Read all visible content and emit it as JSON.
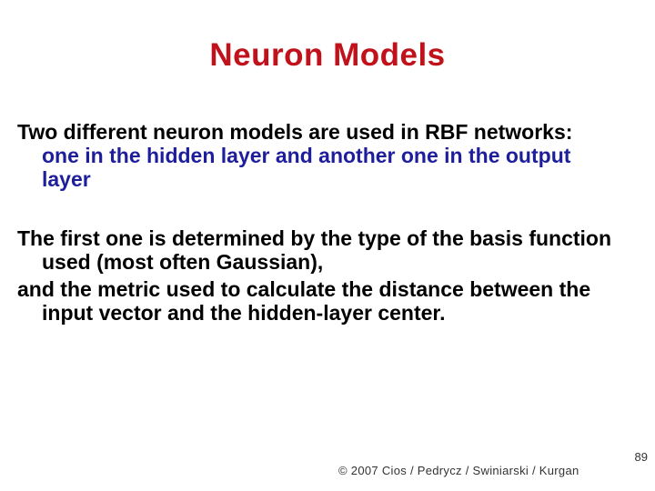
{
  "slide": {
    "title": "Neuron Models",
    "paragraphs": [
      {
        "lines": [
          {
            "text": "Two different neuron models are used in RBF networks:",
            "color": "black",
            "indent": false
          },
          {
            "text": "one in the hidden layer and another one in the output",
            "color": "blue",
            "indent": true
          },
          {
            "text": "layer",
            "color": "blue",
            "indent": true
          }
        ]
      },
      {
        "lines": [
          {
            "text": "The first one is determined by the type of the basis function",
            "color": "black",
            "indent": false
          },
          {
            "text": "used (most often Gaussian),",
            "color": "black",
            "indent": true
          }
        ]
      },
      {
        "lines": [
          {
            "text": "and the metric used to calculate the distance between the",
            "color": "black",
            "indent": false
          },
          {
            "text": "input vector and the hidden-layer center.",
            "color": "black",
            "indent": true
          }
        ]
      }
    ],
    "footer": {
      "page_number": "89",
      "copyright": "© 2007 Cios / Pedrycz / Swiniarski / Kurgan"
    },
    "colors": {
      "title": "#c1121c",
      "body": "#000000",
      "accent_blue": "#1e1e9c",
      "footer": "#333333",
      "background": "#ffffff"
    }
  }
}
